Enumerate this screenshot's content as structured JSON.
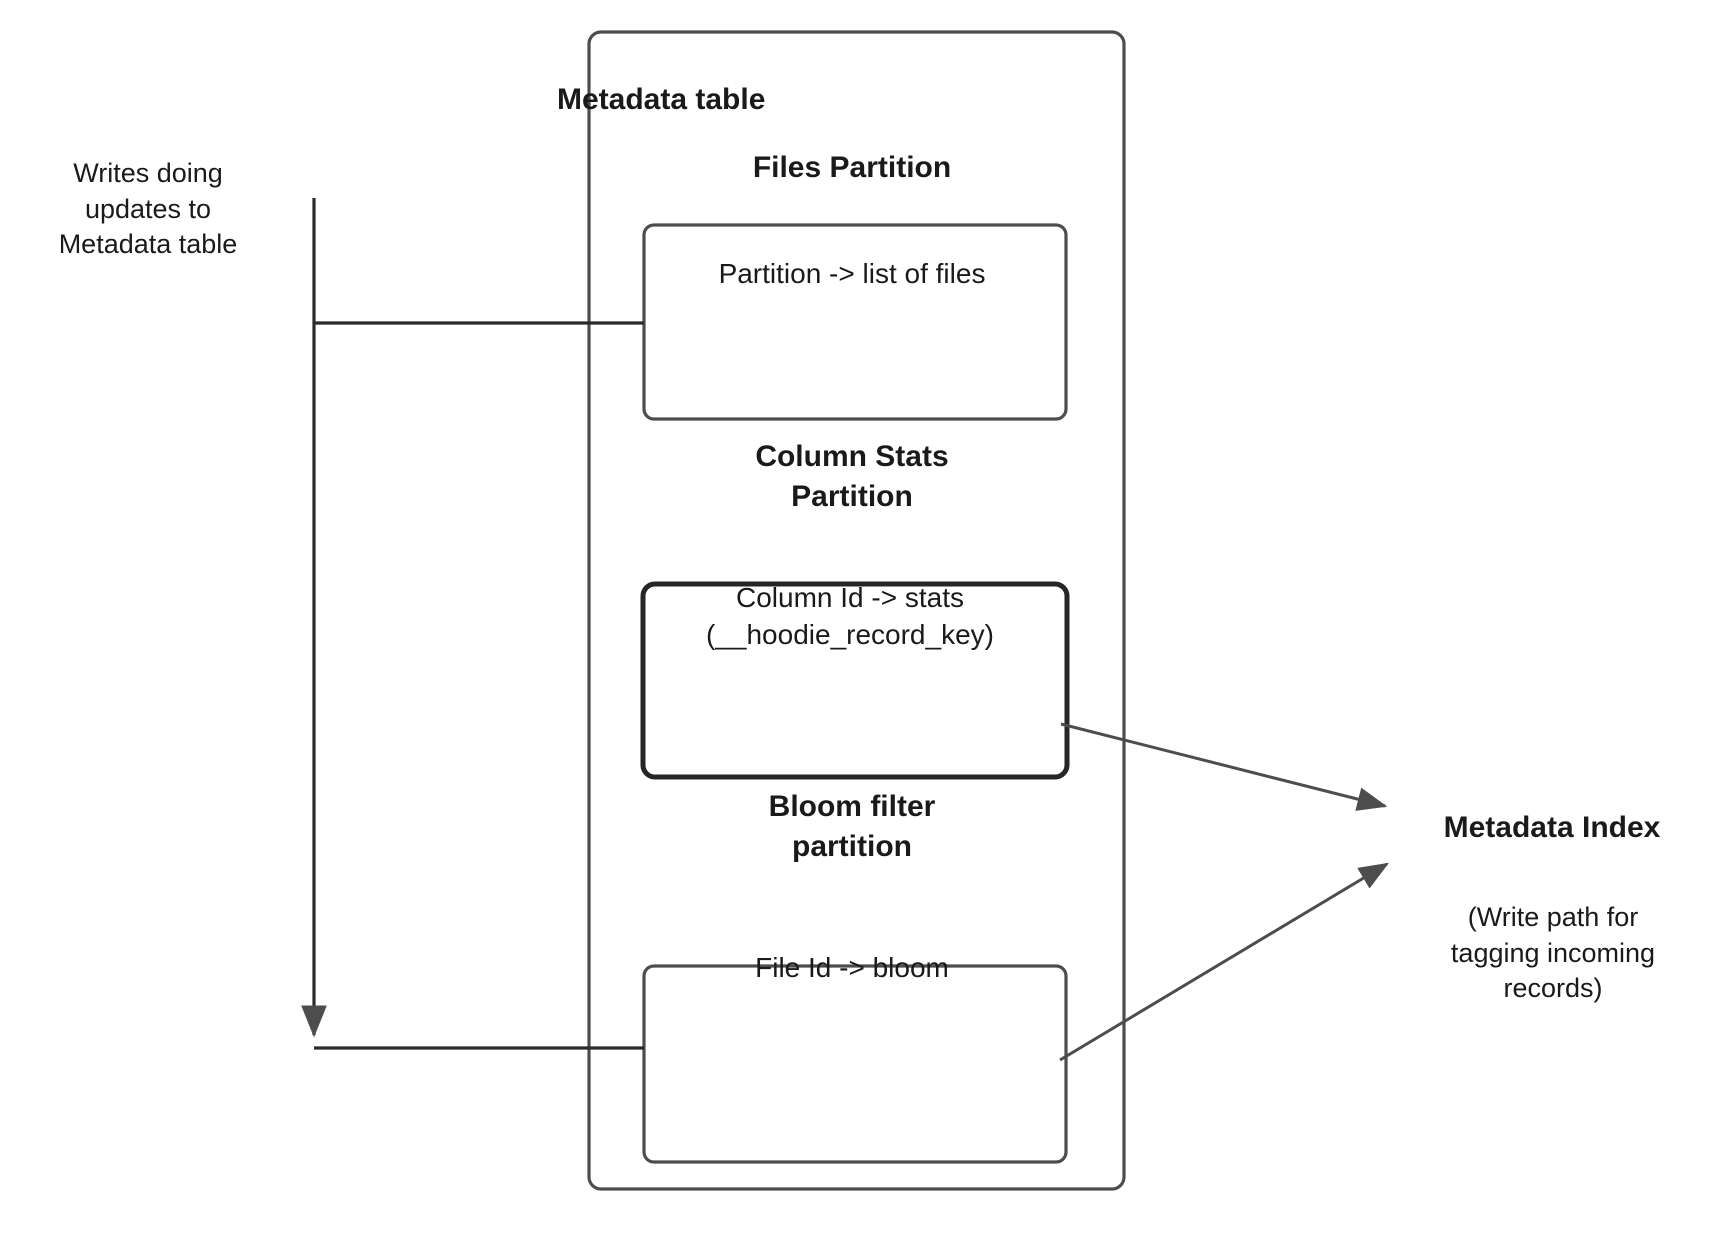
{
  "diagram": {
    "title": "Hudi Metadata Table write path",
    "colors": {
      "stroke": "#4d4d4d",
      "stroke_dark": "#000000",
      "text": "#1a1a1a",
      "background": "#ffffff"
    },
    "left_annotation": {
      "label": "Writes doing\nupdates to\nMetadata table"
    },
    "outer_container": {
      "label": "Metadata table"
    },
    "partitions": [
      {
        "heading": "Files Partition",
        "box_text": "Partition -> list of files",
        "emphasis": false
      },
      {
        "heading": "Column Stats\nPartition",
        "box_text": "Column Id  -> stats\n(__hoodie_record_key)",
        "emphasis": true
      },
      {
        "heading": "Bloom filter\npartition",
        "box_text": "File Id -> bloom",
        "emphasis": false
      }
    ],
    "right_annotation": {
      "title": "Metadata Index",
      "note": "(Write path for\ntagging incoming\nrecords)"
    },
    "connectors": [
      {
        "name": "writes-to-files-partition",
        "style": "orthogonal",
        "arrow": false
      },
      {
        "name": "writes-to-bloom-partition",
        "style": "orthogonal",
        "arrow": true
      },
      {
        "name": "column-stats-to-metadata-index",
        "style": "straight",
        "arrow": true
      },
      {
        "name": "bloom-filter-to-metadata-index",
        "style": "straight",
        "arrow": true
      }
    ]
  }
}
